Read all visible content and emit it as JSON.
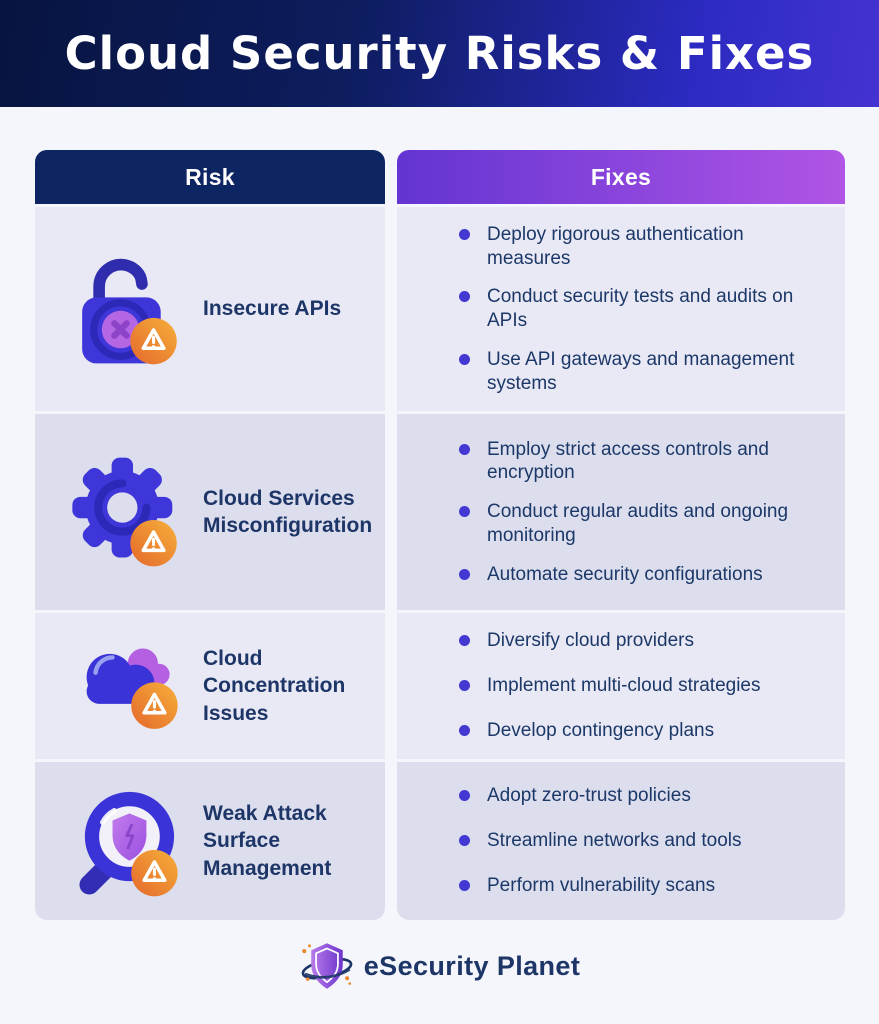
{
  "header": {
    "title": "Cloud Security Risks & Fixes"
  },
  "table": {
    "columns": [
      {
        "label": "Risk"
      },
      {
        "label": "Fixes"
      }
    ],
    "rows": [
      {
        "risk": "Insecure APIs",
        "icon": "lock-warning-icon",
        "fixes": [
          "Deploy rigorous authentication measures",
          "Conduct security tests and audits on APIs",
          "Use API gateways and management systems"
        ]
      },
      {
        "risk": "Cloud Services Misconfiguration",
        "icon": "gear-warning-icon",
        "fixes": [
          "Employ strict access controls and encryption",
          "Conduct regular audits and ongoing monitoring",
          "Automate security configurations"
        ]
      },
      {
        "risk": "Cloud Concentration Issues",
        "icon": "cloud-warning-icon",
        "fixes": [
          "Diversify cloud providers",
          "Implement multi-cloud strategies",
          "Develop contingency plans"
        ]
      },
      {
        "risk": "Weak Attack Surface Management",
        "icon": "magnifier-shield-warning-icon",
        "fixes": [
          "Adopt zero-trust policies",
          "Streamline networks and tools",
          "Perform vulnerability scans"
        ]
      }
    ]
  },
  "footer": {
    "brand": "eSecurity Planet"
  },
  "colors": {
    "header_gradient": [
      "#071440",
      "#4433d2"
    ],
    "risk_header_bg": "#0e2563",
    "fixes_header_gradient": [
      "#6334d2",
      "#b055e5"
    ],
    "row_light": "#e9e9f5",
    "row_dark": "#dcdeee",
    "text_navy": "#1d3667",
    "bullet_violet": "#4438d2",
    "icon_indigo": "#3a33d8",
    "icon_indigo_dark": "#2f2cae",
    "icon_purple": "#b466e3",
    "warning_orange_gradient": [
      "#f6b03a",
      "#e4682c"
    ],
    "page_bg": "#f5f6fb"
  }
}
